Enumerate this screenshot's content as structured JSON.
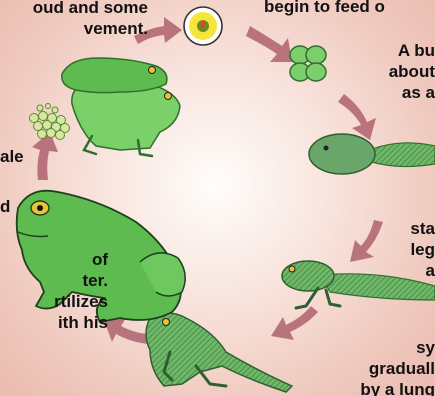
{
  "text_fragments": {
    "top_left": "oud and some\nvement.",
    "top_right": "begin to feed o",
    "right_upper": "A bu\nabout\nas a",
    "right_middle": "sta\nleg\na",
    "right_lower": "sy\ngraduall\nby a lung",
    "left_upper": "ale",
    "left_mid": "d",
    "left_lower": "of\nter.\nrtilizes\nith his"
  },
  "colors": {
    "arrow": "#b9737c",
    "frog_green": "#5dbb4f",
    "frog_dark": "#2f7d2c",
    "tadpole_green": "#6aa56a",
    "egg_yellow": "#f5e63c"
  },
  "figures": [
    "egg-icon",
    "cell-division-icon",
    "tadpole-icon",
    "legged-tadpole-icon",
    "froglet-icon",
    "adult-frog-icon",
    "mating-frogs-icon",
    "egg-mass-icon"
  ]
}
